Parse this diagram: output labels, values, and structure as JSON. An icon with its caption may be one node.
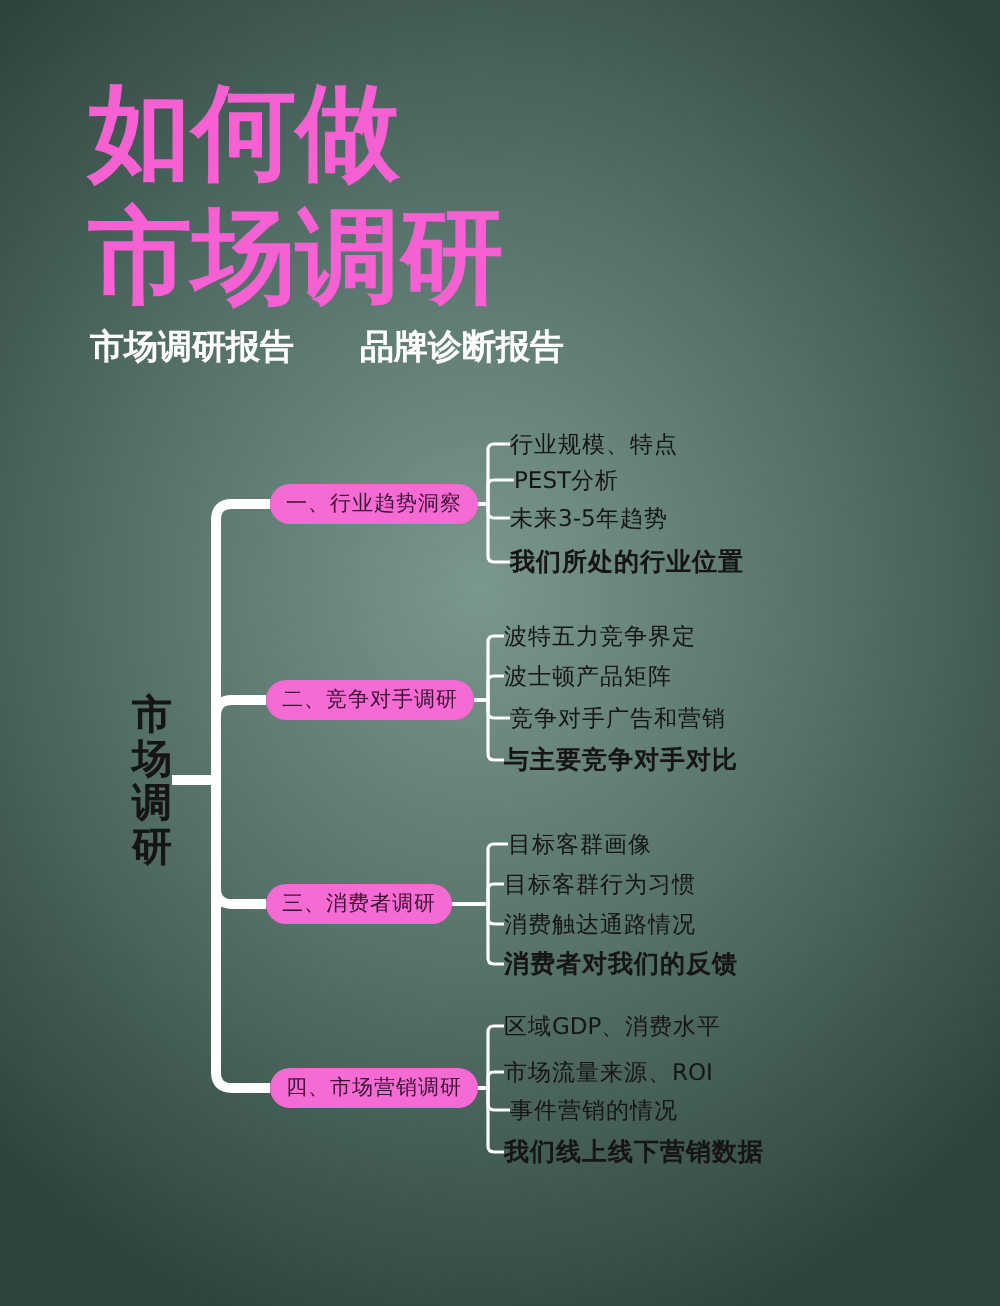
{
  "diagram": {
    "title": "如何做市场调研",
    "nodes": [
      {
        "text": [
          "市场调研"
        ]
      },
      {
        "text": [
          "一、行业趋势洞察"
        ]
      },
      {
        "text": [
          "行业规模、特点"
        ]
      },
      {
        "text": [
          "PEST分析"
        ]
      },
      {
        "text": [
          "未来3-5年趋势"
        ]
      },
      {
        "text": [
          "我们所处的行业位置"
        ]
      },
      {
        "text": [
          "二、竞争对手调研"
        ]
      },
      {
        "text": [
          "波特五力竞争界定"
        ]
      },
      {
        "text": [
          "波士顿产品矩阵"
        ]
      },
      {
        "text": [
          "竞争对手广告和营销"
        ]
      },
      {
        "text": [
          "与主要竞争对手对比"
        ]
      },
      {
        "text": [
          "三、消费者调研"
        ]
      },
      {
        "text": [
          "目标客群画像"
        ]
      },
      {
        "text": [
          "目标客群行为习惯"
        ]
      },
      {
        "text": [
          "消费触达通路情况"
        ]
      },
      {
        "text": [
          "消费者对我们的反馈"
        ]
      },
      {
        "text": [
          "四、市场营销调研"
        ]
      },
      {
        "text": [
          "区域GDP、消费水平"
        ]
      },
      {
        "text": [
          "市场流量来源、ROI"
        ]
      },
      {
        "text": [
          "事件营销的情况"
        ]
      },
      {
        "text": [
          "我们线上线下营销数据"
        ]
      }
    ],
    "edges": [
      {
        "from": 0,
        "to": 1,
        "arrow": "none",
        "style": "thick"
      },
      {
        "from": 0,
        "to": 6,
        "arrow": "none",
        "style": "thick"
      },
      {
        "from": 0,
        "to": 11,
        "arrow": "none",
        "style": "thick"
      },
      {
        "from": 0,
        "to": 16,
        "arrow": "none",
        "style": "thick"
      },
      {
        "from": 1,
        "to": 2,
        "arrow": "none"
      },
      {
        "from": 1,
        "to": 3,
        "arrow": "none"
      },
      {
        "from": 1,
        "to": 4,
        "arrow": "none"
      },
      {
        "from": 1,
        "to": 5,
        "arrow": "none"
      },
      {
        "from": 6,
        "to": 7,
        "arrow": "none"
      },
      {
        "from": 6,
        "to": 8,
        "arrow": "none"
      },
      {
        "from": 6,
        "to": 9,
        "arrow": "none"
      },
      {
        "from": 6,
        "to": 10,
        "arrow": "none"
      },
      {
        "from": 11,
        "to": 12,
        "arrow": "none"
      },
      {
        "from": 11,
        "to": 13,
        "arrow": "none"
      },
      {
        "from": 11,
        "to": 14,
        "arrow": "none"
      },
      {
        "from": 11,
        "to": 15,
        "arrow": "none"
      },
      {
        "from": 16,
        "to": 17,
        "arrow": "none"
      },
      {
        "from": 16,
        "to": 18,
        "arrow": "none"
      },
      {
        "from": 16,
        "to": 19,
        "arrow": "none"
      },
      {
        "from": 16,
        "to": 20,
        "arrow": "none"
      }
    ],
    "labels": [
      "市场调研报告",
      "品牌诊断报告"
    ]
  }
}
